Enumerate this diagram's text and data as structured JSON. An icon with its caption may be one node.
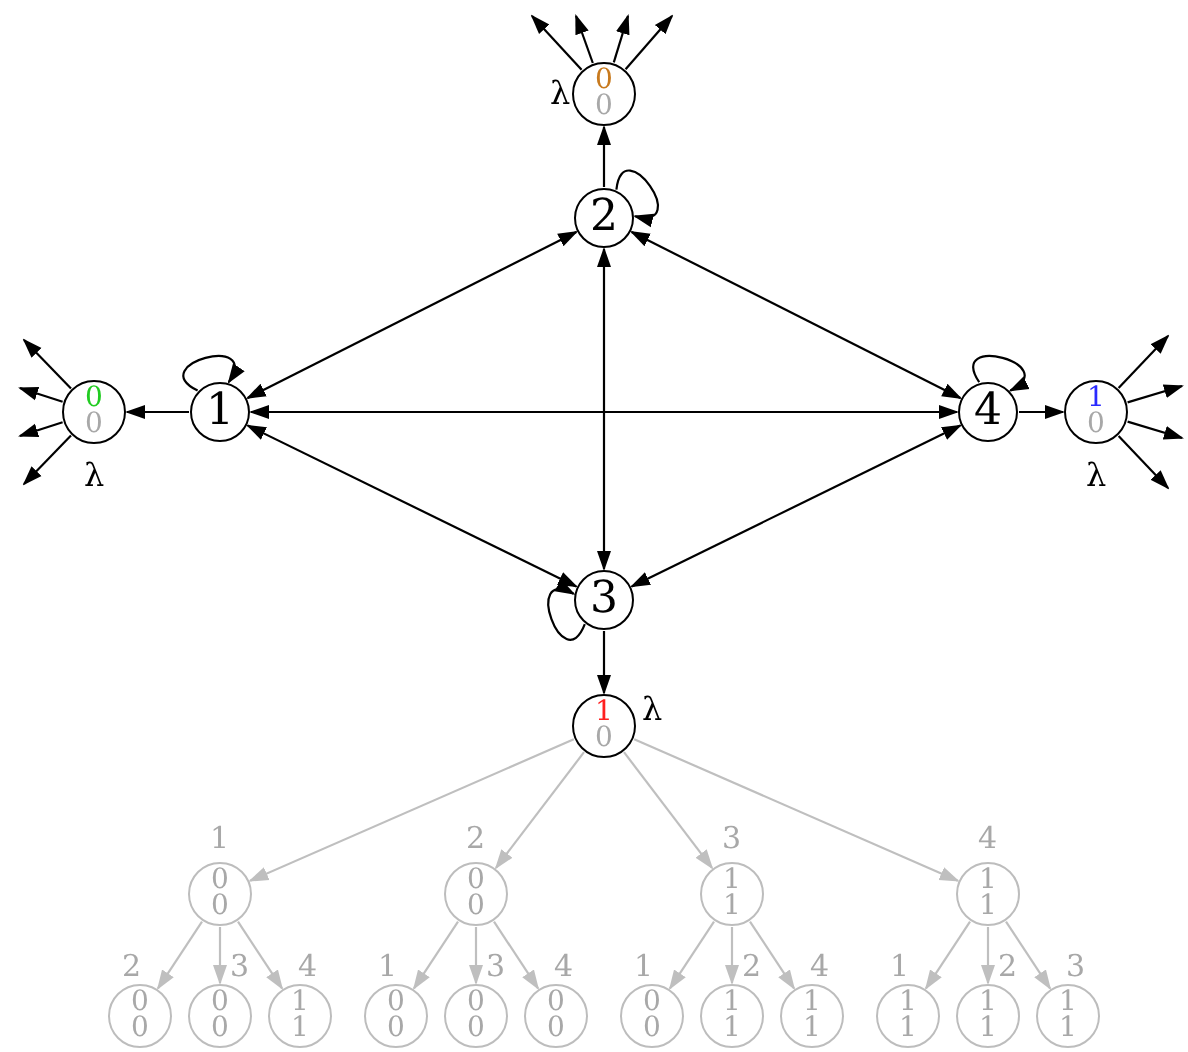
{
  "diagram": {
    "nodes": [
      {
        "text": [
          "0",
          "0"
        ],
        "beside": [
          "λ"
        ]
      },
      {
        "text": [
          "2"
        ]
      },
      {
        "text": [
          "0",
          "0"
        ],
        "beside": [
          "λ"
        ]
      },
      {
        "text": [
          "1"
        ]
      },
      {
        "text": [
          "4"
        ]
      },
      {
        "text": [
          "1",
          "0"
        ],
        "beside": [
          "λ"
        ]
      },
      {
        "text": [
          "3"
        ]
      },
      {
        "text": [
          "1",
          "0"
        ],
        "beside": [
          "λ"
        ]
      },
      {
        "text": [
          "0",
          "0"
        ],
        "beside": [
          "1"
        ]
      },
      {
        "text": [
          "0",
          "0"
        ],
        "beside": [
          "2"
        ]
      },
      {
        "text": [
          "1",
          "1"
        ],
        "beside": [
          "3"
        ]
      },
      {
        "text": [
          "1",
          "1"
        ],
        "beside": [
          "4"
        ]
      },
      {
        "text": [
          "0",
          "0"
        ],
        "beside": [
          "2"
        ]
      },
      {
        "text": [
          "0",
          "0"
        ],
        "beside": [
          "3"
        ]
      },
      {
        "text": [
          "1",
          "1"
        ],
        "beside": [
          "4"
        ]
      },
      {
        "text": [
          "0",
          "0"
        ],
        "beside": [
          "1"
        ]
      },
      {
        "text": [
          "0",
          "0"
        ],
        "beside": [
          "3"
        ]
      },
      {
        "text": [
          "0",
          "0"
        ],
        "beside": [
          "4"
        ]
      },
      {
        "text": [
          "0",
          "0"
        ],
        "beside": [
          "1"
        ]
      },
      {
        "text": [
          "1",
          "1"
        ],
        "beside": [
          "2"
        ]
      },
      {
        "text": [
          "1",
          "1"
        ],
        "beside": [
          "4"
        ]
      },
      {
        "text": [
          "1",
          "1"
        ],
        "beside": [
          "1"
        ]
      },
      {
        "text": [
          "1",
          "1"
        ],
        "beside": [
          "2"
        ]
      },
      {
        "text": [
          "1",
          "1"
        ],
        "beside": [
          "3"
        ]
      }
    ],
    "edges": [
      {
        "from": 1,
        "to": 0,
        "arrow": "to"
      },
      {
        "from": 1,
        "to": 1,
        "arrow": "to"
      },
      {
        "from": 3,
        "to": 2,
        "arrow": "to"
      },
      {
        "from": 3,
        "to": 3,
        "arrow": "to"
      },
      {
        "from": 4,
        "to": 4,
        "arrow": "to"
      },
      {
        "from": 4,
        "to": 5,
        "arrow": "to"
      },
      {
        "from": 3,
        "to": 1,
        "arrow": "both"
      },
      {
        "from": 1,
        "to": 4,
        "arrow": "both"
      },
      {
        "from": 3,
        "to": 4,
        "arrow": "both"
      },
      {
        "from": 1,
        "to": 6,
        "arrow": "both"
      },
      {
        "from": 3,
        "to": 6,
        "arrow": "both"
      },
      {
        "from": 4,
        "to": 6,
        "arrow": "both"
      },
      {
        "from": 6,
        "to": 6,
        "arrow": "to"
      },
      {
        "from": 6,
        "to": 7,
        "arrow": "to"
      },
      {
        "from": 0,
        "to": null,
        "arrow": "to"
      },
      {
        "from": 0,
        "to": null,
        "arrow": "to"
      },
      {
        "from": 0,
        "to": null,
        "arrow": "to"
      },
      {
        "from": 0,
        "to": null,
        "arrow": "to"
      },
      {
        "from": 2,
        "to": null,
        "arrow": "to"
      },
      {
        "from": 2,
        "to": null,
        "arrow": "to"
      },
      {
        "from": 2,
        "to": null,
        "arrow": "to"
      },
      {
        "from": 2,
        "to": null,
        "arrow": "to"
      },
      {
        "from": 5,
        "to": null,
        "arrow": "to"
      },
      {
        "from": 5,
        "to": null,
        "arrow": "to"
      },
      {
        "from": 5,
        "to": null,
        "arrow": "to"
      },
      {
        "from": 5,
        "to": null,
        "arrow": "to"
      },
      {
        "from": 7,
        "to": 8,
        "arrow": "to",
        "color": "#bfbfbf"
      },
      {
        "from": 7,
        "to": 9,
        "arrow": "to",
        "color": "#bfbfbf"
      },
      {
        "from": 7,
        "to": 10,
        "arrow": "to",
        "color": "#bfbfbf"
      },
      {
        "from": 7,
        "to": 11,
        "arrow": "to",
        "color": "#bfbfbf"
      },
      {
        "from": 8,
        "to": 12,
        "arrow": "to",
        "color": "#bfbfbf"
      },
      {
        "from": 8,
        "to": 13,
        "arrow": "to",
        "color": "#bfbfbf"
      },
      {
        "from": 8,
        "to": 14,
        "arrow": "to",
        "color": "#bfbfbf"
      },
      {
        "from": 9,
        "to": 15,
        "arrow": "to",
        "color": "#bfbfbf"
      },
      {
        "from": 9,
        "to": 16,
        "arrow": "to",
        "color": "#bfbfbf"
      },
      {
        "from": 9,
        "to": 17,
        "arrow": "to",
        "color": "#bfbfbf"
      },
      {
        "from": 10,
        "to": 18,
        "arrow": "to",
        "color": "#bfbfbf"
      },
      {
        "from": 10,
        "to": 19,
        "arrow": "to",
        "color": "#bfbfbf"
      },
      {
        "from": 10,
        "to": 20,
        "arrow": "to",
        "color": "#bfbfbf"
      },
      {
        "from": 11,
        "to": 21,
        "arrow": "to",
        "color": "#bfbfbf"
      },
      {
        "from": 11,
        "to": 22,
        "arrow": "to",
        "color": "#bfbfbf"
      },
      {
        "from": 11,
        "to": 23,
        "arrow": "to",
        "color": "#bfbfbf"
      }
    ]
  }
}
